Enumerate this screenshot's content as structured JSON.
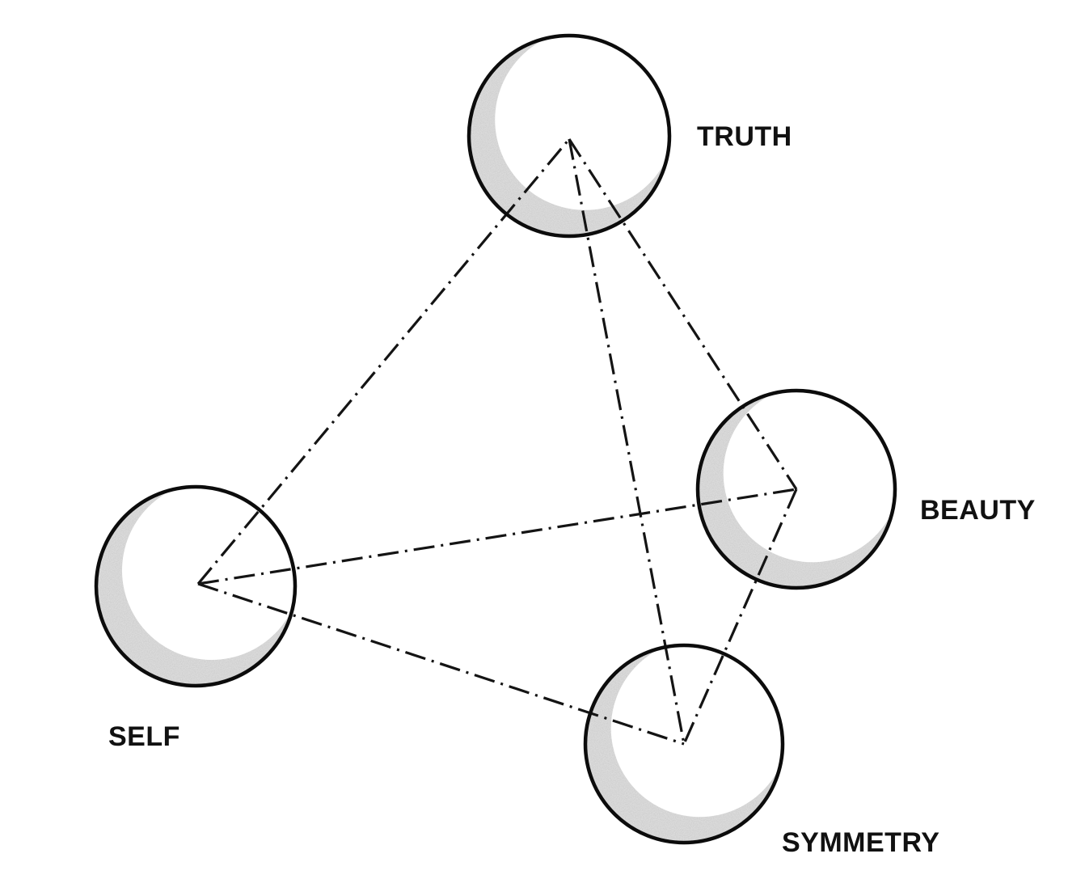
{
  "diagram": {
    "title": "",
    "nodes": [
      {
        "id": "truth",
        "label": "TRUTH"
      },
      {
        "id": "beauty",
        "label": "BEAUTY"
      },
      {
        "id": "self",
        "label": "SELF"
      },
      {
        "id": "symmetry",
        "label": "SYMMETRY"
      }
    ],
    "edges": [
      {
        "from": "self",
        "to": "truth",
        "style": "dash-dot"
      },
      {
        "from": "truth",
        "to": "beauty",
        "style": "dash-dot"
      },
      {
        "from": "truth",
        "to": "symmetry",
        "style": "dash-dot"
      },
      {
        "from": "self",
        "to": "beauty",
        "style": "dash-dot"
      },
      {
        "from": "self",
        "to": "symmetry",
        "style": "dash-dot"
      },
      {
        "from": "beauty",
        "to": "symmetry",
        "style": "dash-dot"
      }
    ],
    "colors": {
      "outline": "#0c0c0c",
      "shade": "#b8b8b8",
      "background": "#ffffff"
    }
  }
}
